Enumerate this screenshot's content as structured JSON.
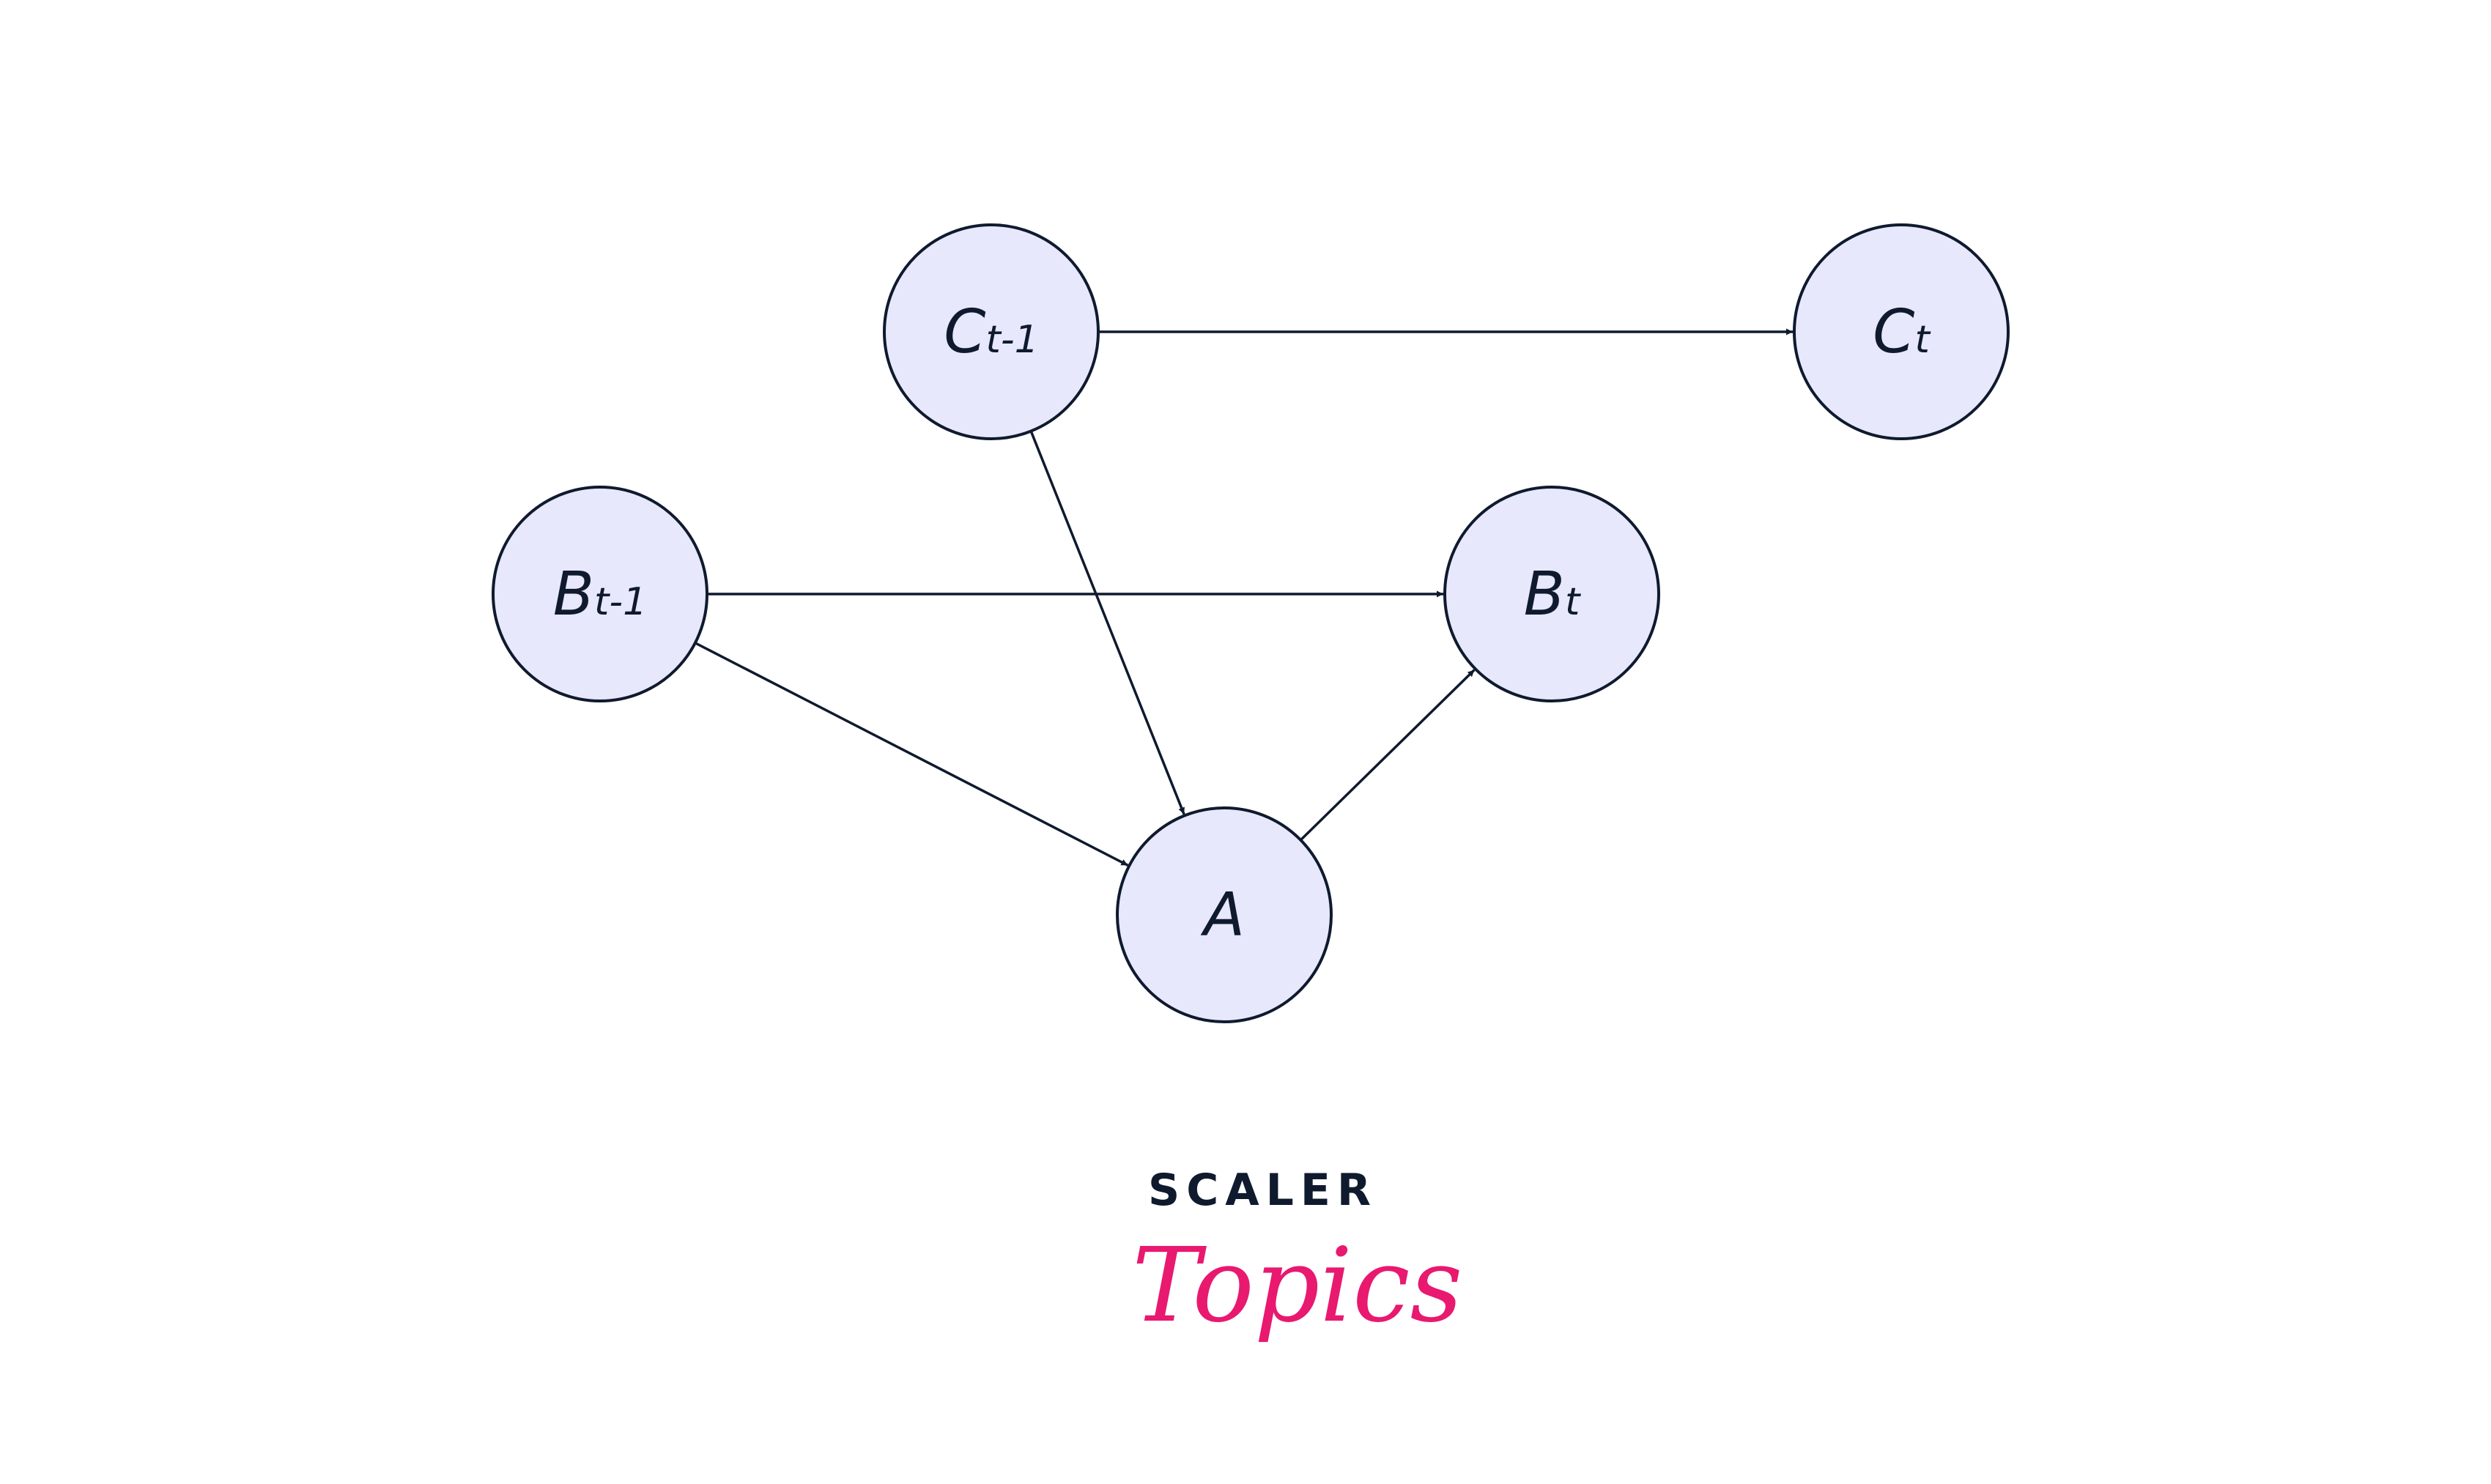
{
  "diagram": {
    "nodes": [
      {
        "id": "Ct1",
        "base": "C",
        "sub": "t-1"
      },
      {
        "id": "Ct",
        "base": "C",
        "sub": "t"
      },
      {
        "id": "Bt1",
        "base": "B",
        "sub": "t-1"
      },
      {
        "id": "Bt",
        "base": "B",
        "sub": "t"
      },
      {
        "id": "A",
        "base": "A",
        "sub": ""
      }
    ],
    "edges": [
      {
        "from": "Ct1",
        "to": "Ct"
      },
      {
        "from": "Ct1",
        "to": "A"
      },
      {
        "from": "Bt1",
        "to": "Bt"
      },
      {
        "from": "Bt1",
        "to": "A"
      },
      {
        "from": "A",
        "to": "Bt"
      }
    ],
    "colors": {
      "node_fill": "#E8E8FC",
      "stroke": "#0F1A2E"
    }
  },
  "logo": {
    "line1": "SCALER",
    "line2": "Topics",
    "accent": "#E8196F"
  }
}
